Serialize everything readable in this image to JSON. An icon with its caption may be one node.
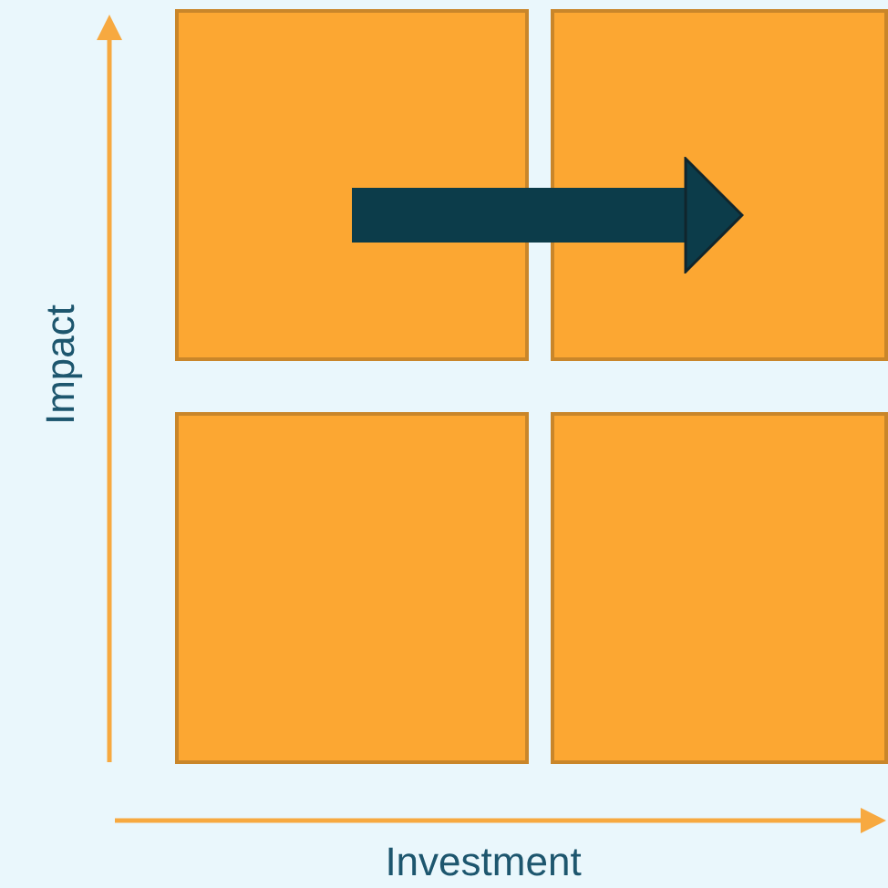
{
  "diagram": {
    "nodes": [
      {
        "text": [],
        "shape": "box"
      },
      {
        "text": [],
        "shape": "box"
      },
      {
        "text": [],
        "shape": "box"
      },
      {
        "text": [],
        "shape": "box"
      }
    ],
    "edges": [
      {
        "from": 0,
        "to": 1,
        "arrow": "to"
      }
    ],
    "labels": [
      "Impact",
      "Investment"
    ]
  }
}
